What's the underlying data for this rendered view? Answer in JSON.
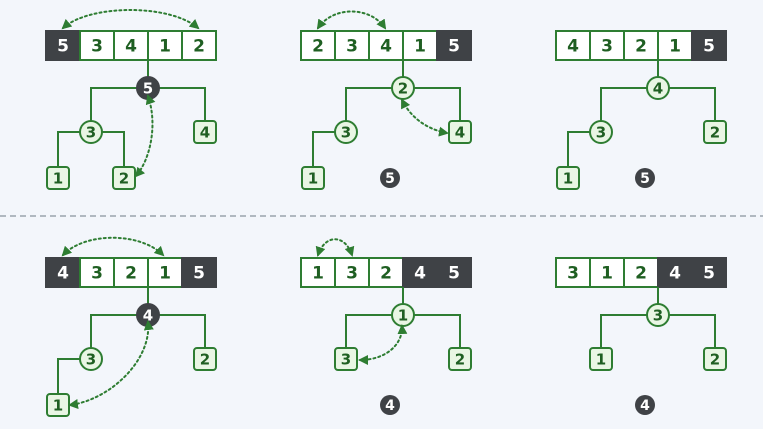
{
  "colors": {
    "background": "#f3f6fb",
    "green": "#2e7d32",
    "green_text": "#1f5f22",
    "node_fill": "#e9f6e4",
    "dark": "#3f4246",
    "dark_text": "#ffffff",
    "divider": "#9aa3ad"
  },
  "steps": [
    {
      "array": [
        {
          "value": "5",
          "sorted": true
        },
        {
          "value": "3",
          "sorted": false
        },
        {
          "value": "4",
          "sorted": false
        },
        {
          "value": "1",
          "sorted": false
        },
        {
          "value": "2",
          "sorted": false
        }
      ],
      "root": {
        "value": "5",
        "dark": true
      },
      "left": {
        "value": "3"
      },
      "right": {
        "value": "4",
        "leaf_square": true
      },
      "leaf_left": {
        "value": "1"
      },
      "leaf_right": {
        "value": "2"
      },
      "extracted": ""
    },
    {
      "array": [
        {
          "value": "2",
          "sorted": false
        },
        {
          "value": "3",
          "sorted": false
        },
        {
          "value": "4",
          "sorted": false
        },
        {
          "value": "1",
          "sorted": false
        },
        {
          "value": "5",
          "sorted": true
        }
      ],
      "root": {
        "value": "2",
        "dark": false
      },
      "left": {
        "value": "3"
      },
      "right": {
        "value": "4",
        "leaf_square": true
      },
      "leaf_left": {
        "value": "1"
      },
      "leaf_right": null,
      "extracted": "5"
    },
    {
      "array": [
        {
          "value": "4",
          "sorted": false
        },
        {
          "value": "3",
          "sorted": false
        },
        {
          "value": "2",
          "sorted": false
        },
        {
          "value": "1",
          "sorted": false
        },
        {
          "value": "5",
          "sorted": true
        }
      ],
      "root": {
        "value": "4",
        "dark": false
      },
      "left": {
        "value": "3"
      },
      "right": {
        "value": "2",
        "leaf_square": true
      },
      "leaf_left": {
        "value": "1"
      },
      "leaf_right": null,
      "extracted": "5"
    },
    {
      "array": [
        {
          "value": "4",
          "sorted": true
        },
        {
          "value": "3",
          "sorted": false
        },
        {
          "value": "2",
          "sorted": false
        },
        {
          "value": "1",
          "sorted": false
        },
        {
          "value": "5",
          "sorted": true
        }
      ],
      "root": {
        "value": "4",
        "dark": true
      },
      "left": {
        "value": "3"
      },
      "right": {
        "value": "2",
        "leaf_square": true
      },
      "leaf_left": {
        "value": "1"
      },
      "leaf_right": null,
      "extracted": ""
    },
    {
      "array": [
        {
          "value": "1",
          "sorted": false
        },
        {
          "value": "3",
          "sorted": false
        },
        {
          "value": "2",
          "sorted": false
        },
        {
          "value": "4",
          "sorted": true
        },
        {
          "value": "5",
          "sorted": true
        }
      ],
      "root": {
        "value": "1",
        "dark": false
      },
      "left": {
        "value": "3",
        "leaf_square": true
      },
      "right": {
        "value": "2",
        "leaf_square": true
      },
      "leaf_left": null,
      "leaf_right": null,
      "extracted": "4"
    },
    {
      "array": [
        {
          "value": "3",
          "sorted": false
        },
        {
          "value": "1",
          "sorted": false
        },
        {
          "value": "2",
          "sorted": false
        },
        {
          "value": "4",
          "sorted": true
        },
        {
          "value": "5",
          "sorted": true
        }
      ],
      "root": {
        "value": "3",
        "dark": false
      },
      "left": {
        "value": "1",
        "leaf_square": true
      },
      "right": {
        "value": "2",
        "leaf_square": true
      },
      "leaf_left": null,
      "leaf_right": null,
      "extracted": "4"
    }
  ]
}
